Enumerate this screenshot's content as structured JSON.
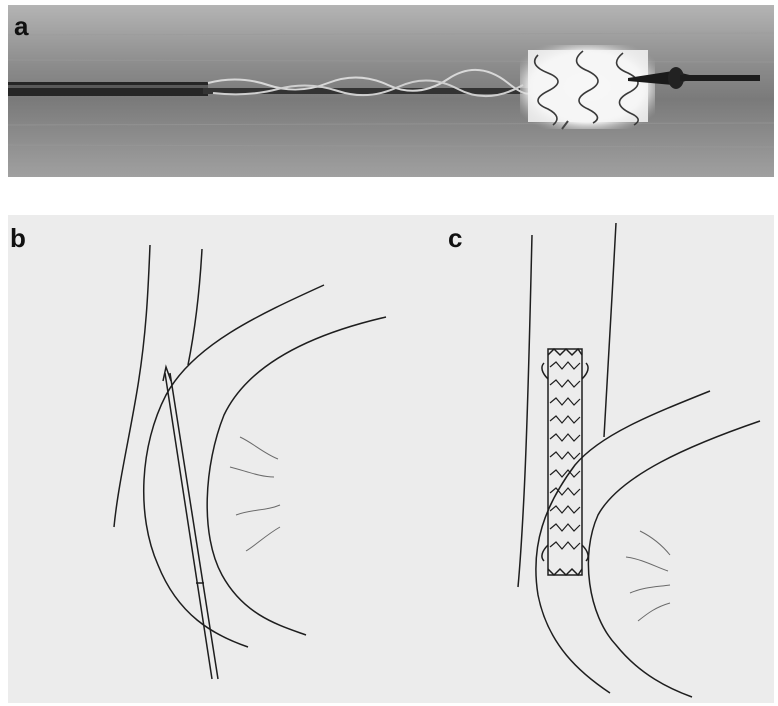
{
  "figure": {
    "panels": [
      {
        "label": "a"
      },
      {
        "label": "b"
      },
      {
        "label": "c"
      }
    ]
  },
  "colors": {
    "photo_background": "#8e8e8e",
    "drawing_background": "#ececec",
    "ink": "#1e1e1e"
  }
}
